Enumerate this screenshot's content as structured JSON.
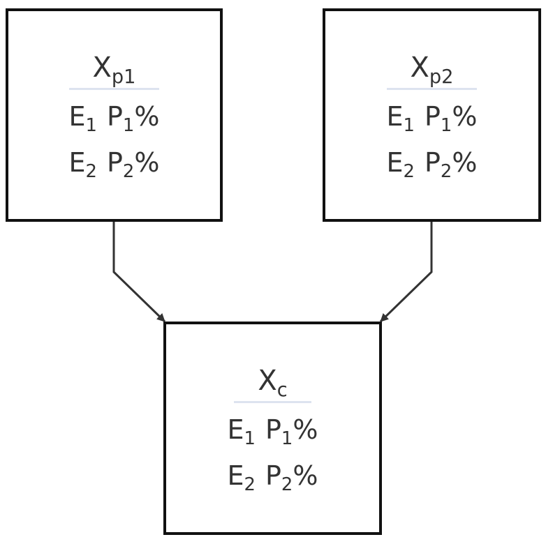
{
  "nodes": {
    "parent1": {
      "title": {
        "base": "X",
        "sub": "p1"
      },
      "rows": [
        {
          "e": "E",
          "e_sub": "1",
          "p": "P",
          "p_sub": "1",
          "unit": "%"
        },
        {
          "e": "E",
          "e_sub": "2",
          "p": "P",
          "p_sub": "2",
          "unit": "%"
        }
      ]
    },
    "parent2": {
      "title": {
        "base": "X",
        "sub": "p2"
      },
      "rows": [
        {
          "e": "E",
          "e_sub": "1",
          "p": "P",
          "p_sub": "1",
          "unit": "%"
        },
        {
          "e": "E",
          "e_sub": "2",
          "p": "P",
          "p_sub": "2",
          "unit": "%"
        }
      ]
    },
    "child": {
      "title": {
        "base": "X",
        "sub": "c"
      },
      "rows": [
        {
          "e": "E",
          "e_sub": "1",
          "p": "P",
          "p_sub": "1",
          "unit": "%"
        },
        {
          "e": "E",
          "e_sub": "2",
          "p": "P",
          "p_sub": "2",
          "unit": "%"
        }
      ]
    }
  },
  "edges": [
    {
      "from": "parent1",
      "to": "child"
    },
    {
      "from": "parent2",
      "to": "child"
    }
  ],
  "colors": {
    "border": "#111111",
    "text": "#333333",
    "divider": "#dde3ef",
    "edge": "#333333"
  }
}
